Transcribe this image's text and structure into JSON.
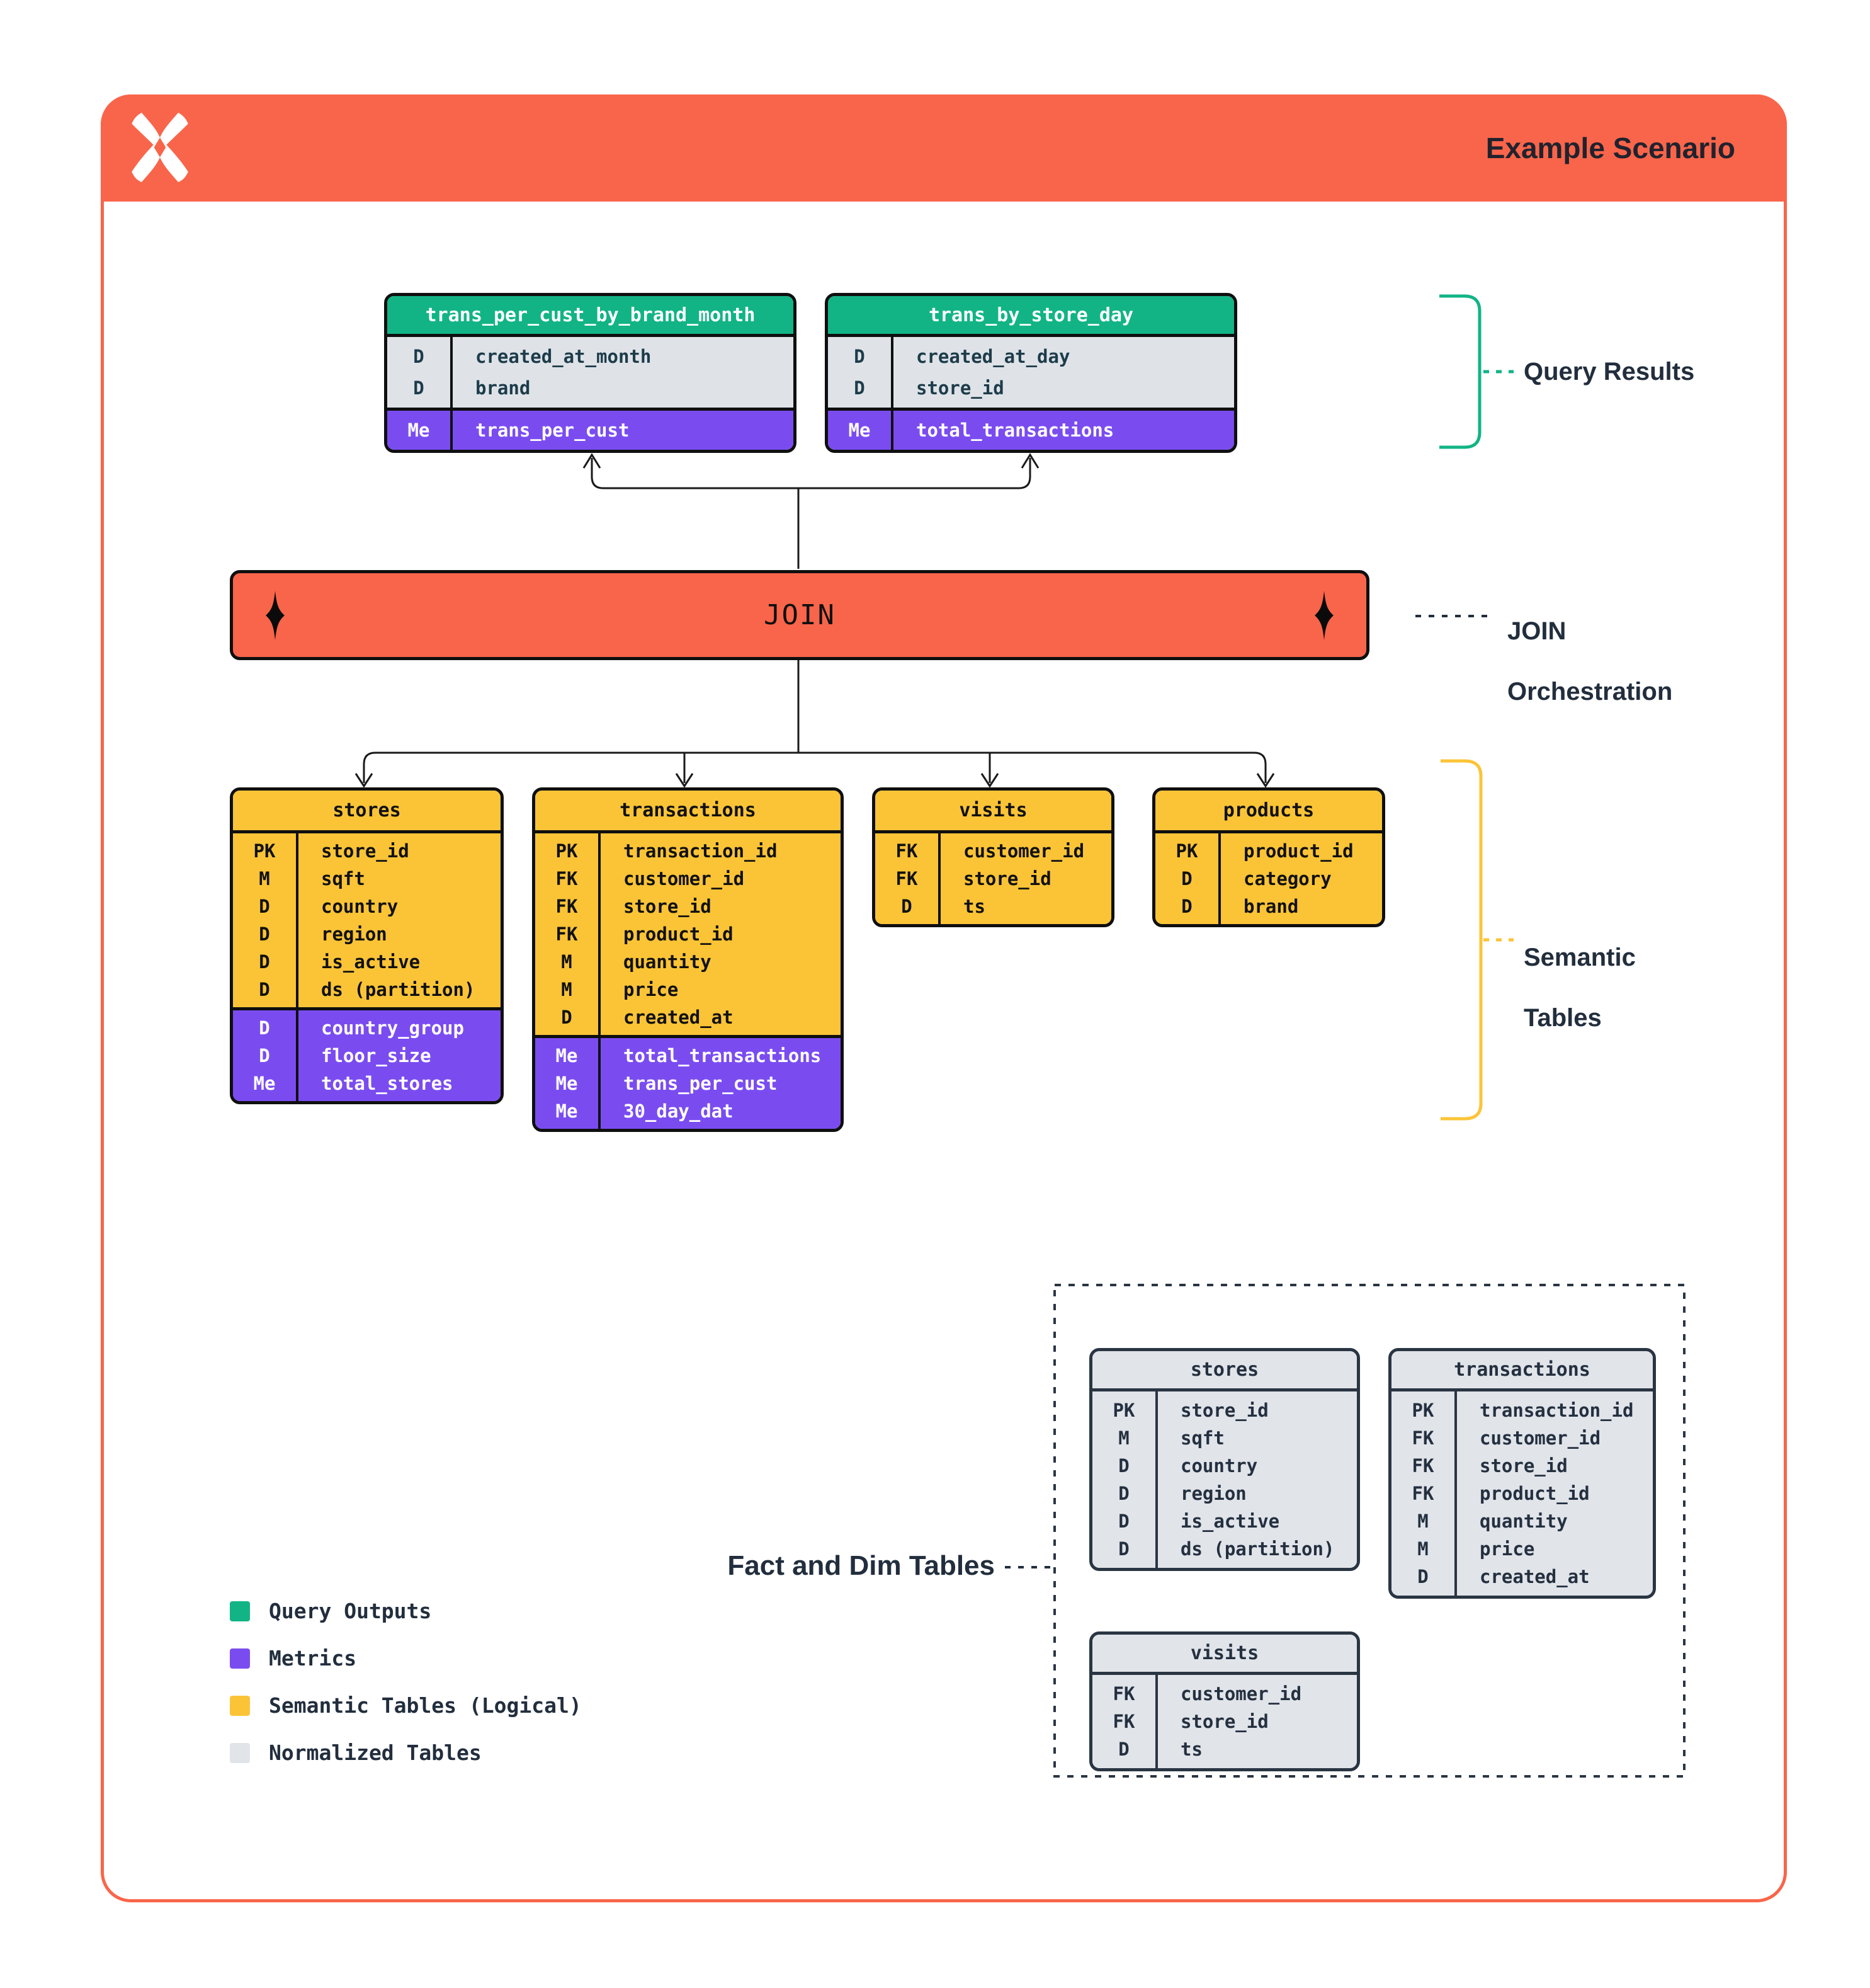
{
  "header": {
    "title": "Example Scenario"
  },
  "join": {
    "label": "JOIN"
  },
  "annotations": {
    "query_results": "Query Results",
    "join_orchestration_line1": "JOIN",
    "join_orchestration_line2": "Orchestration",
    "semantic_line1": "Semantic",
    "semantic_line2": "Tables",
    "fact_dim": "Fact and Dim Tables"
  },
  "colors": {
    "orange": "#F9654A",
    "green": "#12B485",
    "purple": "#7A4CF0",
    "yellow": "#FBC437",
    "gray": "#E1E4E9",
    "navy": "#222E3D"
  },
  "query_tables": [
    {
      "title": "trans_per_cust_by_brand_month",
      "rows": [
        {
          "key": "D",
          "name": "created_at_month"
        },
        {
          "key": "D",
          "name": "brand"
        }
      ],
      "metrics": [
        {
          "key": "Me",
          "name": "trans_per_cust"
        }
      ]
    },
    {
      "title": "trans_by_store_day",
      "rows": [
        {
          "key": "D",
          "name": "created_at_day"
        },
        {
          "key": "D",
          "name": "store_id"
        }
      ],
      "metrics": [
        {
          "key": "Me",
          "name": "total_transactions"
        }
      ]
    }
  ],
  "semantic_tables": [
    {
      "title": "stores",
      "rows": [
        {
          "key": "PK",
          "name": "store_id"
        },
        {
          "key": "M",
          "name": "sqft"
        },
        {
          "key": "D",
          "name": "country"
        },
        {
          "key": "D",
          "name": "region"
        },
        {
          "key": "D",
          "name": "is_active"
        },
        {
          "key": "D",
          "name": "ds (partition)"
        }
      ],
      "metrics": [
        {
          "key": "D",
          "name": "country_group"
        },
        {
          "key": "D",
          "name": "floor_size"
        },
        {
          "key": "Me",
          "name": "total_stores"
        }
      ]
    },
    {
      "title": "transactions",
      "rows": [
        {
          "key": "PK",
          "name": "transaction_id"
        },
        {
          "key": "FK",
          "name": "customer_id"
        },
        {
          "key": "FK",
          "name": "store_id"
        },
        {
          "key": "FK",
          "name": "product_id"
        },
        {
          "key": "M",
          "name": "quantity"
        },
        {
          "key": "M",
          "name": "price"
        },
        {
          "key": "D",
          "name": "created_at"
        }
      ],
      "metrics": [
        {
          "key": "Me",
          "name": "total_transactions"
        },
        {
          "key": "Me",
          "name": "trans_per_cust"
        },
        {
          "key": "Me",
          "name": "30_day_dat"
        }
      ]
    },
    {
      "title": "visits",
      "rows": [
        {
          "key": "FK",
          "name": "customer_id"
        },
        {
          "key": "FK",
          "name": "store_id"
        },
        {
          "key": "D",
          "name": "ts"
        }
      ],
      "metrics": []
    },
    {
      "title": "products",
      "rows": [
        {
          "key": "PK",
          "name": "product_id"
        },
        {
          "key": "D",
          "name": "category"
        },
        {
          "key": "D",
          "name": "brand"
        }
      ],
      "metrics": []
    }
  ],
  "normalized_tables": [
    {
      "title": "stores",
      "rows": [
        {
          "key": "PK",
          "name": "store_id"
        },
        {
          "key": "M",
          "name": "sqft"
        },
        {
          "key": "D",
          "name": "country"
        },
        {
          "key": "D",
          "name": "region"
        },
        {
          "key": "D",
          "name": "is_active"
        },
        {
          "key": "D",
          "name": "ds (partition)"
        }
      ],
      "metrics": []
    },
    {
      "title": "transactions",
      "rows": [
        {
          "key": "PK",
          "name": "transaction_id"
        },
        {
          "key": "FK",
          "name": "customer_id"
        },
        {
          "key": "FK",
          "name": "store_id"
        },
        {
          "key": "FK",
          "name": "product_id"
        },
        {
          "key": "M",
          "name": "quantity"
        },
        {
          "key": "M",
          "name": "price"
        },
        {
          "key": "D",
          "name": "created_at"
        }
      ],
      "metrics": []
    },
    {
      "title": "visits",
      "rows": [
        {
          "key": "FK",
          "name": "customer_id"
        },
        {
          "key": "FK",
          "name": "store_id"
        },
        {
          "key": "D",
          "name": "ts"
        }
      ],
      "metrics": []
    }
  ],
  "legend": [
    {
      "color": "#12B485",
      "label": "Query Outputs"
    },
    {
      "color": "#7A4CF0",
      "label": "Metrics"
    },
    {
      "color": "#FBC437",
      "label": "Semantic Tables (Logical)"
    },
    {
      "color": "#E1E4E9",
      "label": "Normalized Tables"
    }
  ]
}
